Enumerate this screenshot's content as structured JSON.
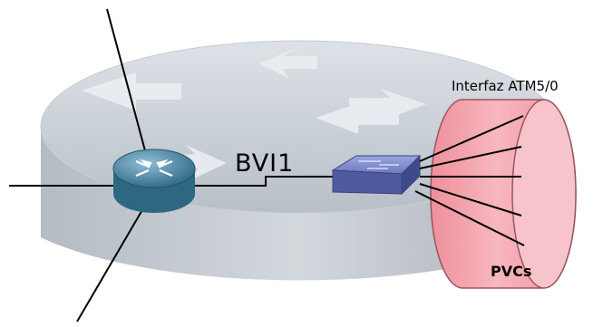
{
  "labels": {
    "bvi": "BVI1",
    "interface": "Interfaz ATM5/0",
    "pvcs": "PVCs"
  },
  "colors": {
    "router_body": "#c9cfd6",
    "router_side": "#aab1b9",
    "router_arrow": "#eef0f2",
    "router_icon": "#3a6f8a",
    "switch_icon": "#5b67a8",
    "cylinder_fill": "#f3a0aa",
    "cylinder_edge": "#9a5560",
    "link": "#000000"
  },
  "icons": [
    "router-icon",
    "switch-icon",
    "atm-cylinder-icon"
  ]
}
